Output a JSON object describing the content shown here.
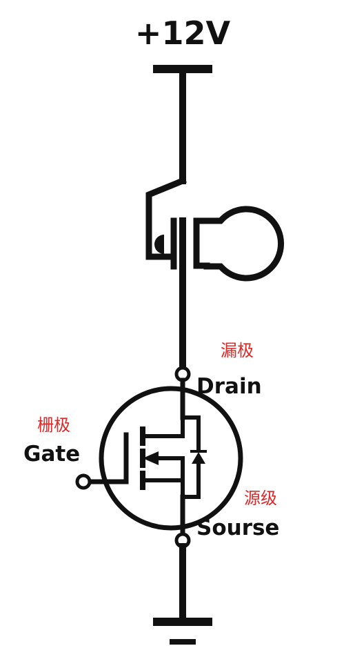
{
  "diagram": {
    "supply_label": "+12V",
    "drain": {
      "label": "Drain",
      "cn_label": "漏极"
    },
    "gate": {
      "label": "Gate",
      "cn_label": "栅极"
    },
    "source": {
      "label": "Sourse",
      "cn_label": "源级"
    }
  },
  "colors": {
    "line": "#111111",
    "cn_label": "#e02828",
    "background": "#ffffff"
  },
  "icons": [
    "lamp-icon",
    "mosfet-symbol-icon",
    "ground-icon",
    "terminal-icon"
  ]
}
